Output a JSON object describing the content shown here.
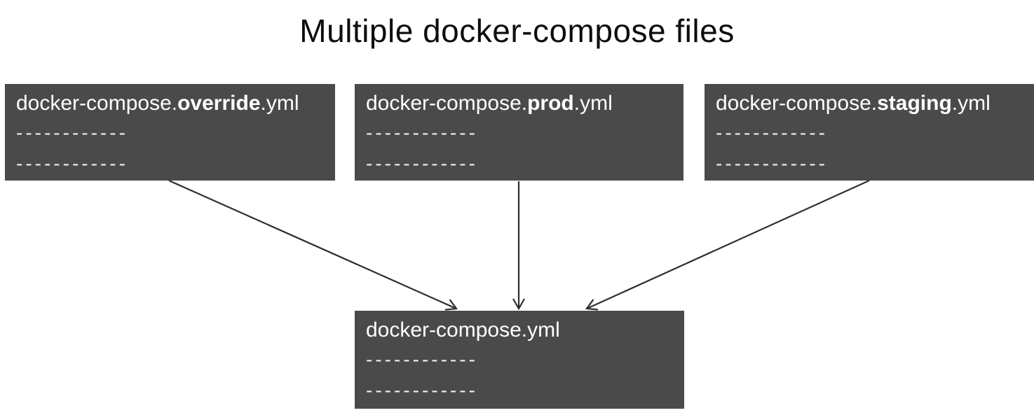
{
  "slide": {
    "title": "Multiple docker-compose files"
  },
  "colors": {
    "background": "#ffffff",
    "box_background": "#4a4a4a",
    "box_text": "#ffffff",
    "dash_text": "#ececec",
    "arrow": "#2e2e2e",
    "title_text": "#0d0d0d"
  },
  "boxes": [
    {
      "id": "override",
      "label_prefix": "docker-compose.",
      "label_emphasis": "override",
      "label_suffix": ".yml",
      "placeholder_line_1": "------------",
      "placeholder_line_2": "------------"
    },
    {
      "id": "prod",
      "label_prefix": "docker-compose.",
      "label_emphasis": "prod",
      "label_suffix": ".yml",
      "placeholder_line_1": "------------",
      "placeholder_line_2": "------------"
    },
    {
      "id": "staging",
      "label_prefix": "docker-compose.",
      "label_emphasis": "staging",
      "label_suffix": ".yml",
      "placeholder_line_1": "------------",
      "placeholder_line_2": "------------"
    },
    {
      "id": "base",
      "label_prefix": "docker-compose.yml",
      "label_emphasis": "",
      "label_suffix": "",
      "placeholder_line_1": "------------",
      "placeholder_line_2": "------------"
    }
  ],
  "edges": [
    {
      "from": "docker-compose.override.yml",
      "to": "docker-compose.yml"
    },
    {
      "from": "docker-compose.prod.yml",
      "to": "docker-compose.yml"
    },
    {
      "from": "docker-compose.staging.yml",
      "to": "docker-compose.yml"
    }
  ]
}
